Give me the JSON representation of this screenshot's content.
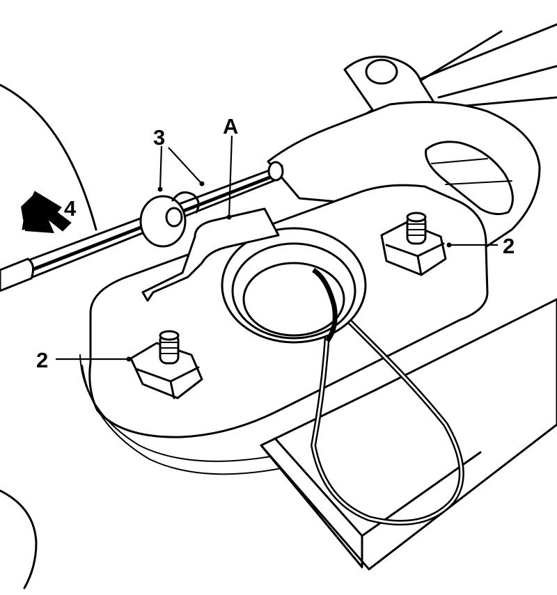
{
  "callouts": {
    "a": "A",
    "two_right": "2",
    "two_left": "2",
    "three": "3",
    "four": "4"
  },
  "colors": {
    "line": "#000000",
    "background": "#ffffff"
  },
  "icons": {
    "direction_arrow": "arrow-left-down-icon"
  }
}
